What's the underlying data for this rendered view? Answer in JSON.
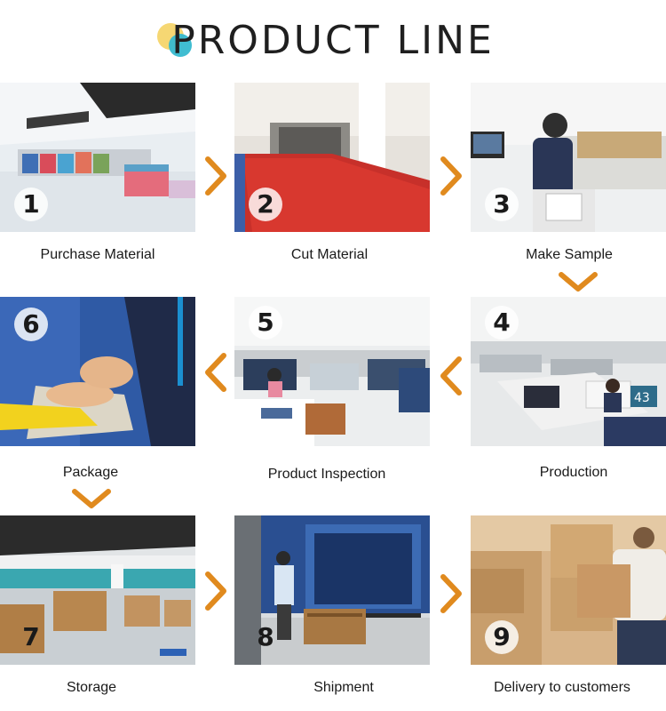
{
  "title": "PRODUCT LINE",
  "colors": {
    "arrow": "#e08a1e",
    "accent_yellow": "#f6d56b",
    "accent_teal": "#36b9cf"
  },
  "steps": [
    {
      "number": "1",
      "label": "Purchase Material"
    },
    {
      "number": "2",
      "label": "Cut Material"
    },
    {
      "number": "3",
      "label": "Make Sample"
    },
    {
      "number": "4",
      "label": "Production"
    },
    {
      "number": "5",
      "label": "Product Inspection"
    },
    {
      "number": "6",
      "label": "Package"
    },
    {
      "number": "7",
      "label": "Storage"
    },
    {
      "number": "8",
      "label": "Shipment"
    },
    {
      "number": "9",
      "label": "Delivery to customers"
    }
  ]
}
